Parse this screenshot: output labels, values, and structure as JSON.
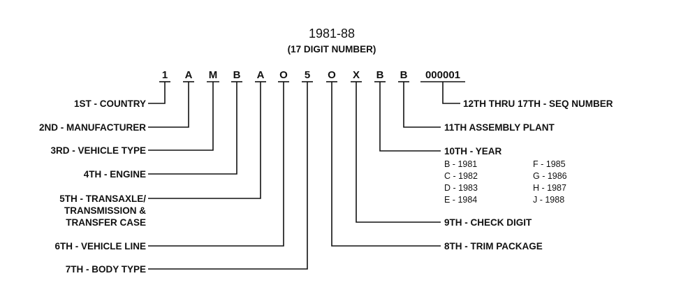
{
  "title": "1981-88",
  "subtitle": "(17 DIGIT NUMBER)",
  "vin_chars": [
    "1",
    "A",
    "M",
    "B",
    "A",
    "O",
    "5",
    "O",
    "X",
    "B",
    "B",
    "000001"
  ],
  "labels": {
    "country": "1ST - COUNTRY",
    "manufacturer": "2ND - MANUFACTURER",
    "vehicle_type": "3RD - VEHICLE TYPE",
    "engine": "4TH - ENGINE",
    "transaxle_1": "5TH - TRANSAXLE/",
    "transaxle_2": "TRANSMISSION &",
    "transaxle_3": "TRANSFER CASE",
    "vehicle_line": "6TH - VEHICLE LINE",
    "body_type": "7TH - BODY TYPE",
    "trim_package": "8TH - TRIM PACKAGE",
    "check_digit": "9TH - CHECK DIGIT",
    "year": "10TH - YEAR",
    "assembly_plant": "11TH ASSEMBLY PLANT",
    "seq_number": "12TH THRU 17TH - SEQ NUMBER"
  },
  "year_codes": [
    "B - 1981",
    "C - 1982",
    "D - 1983",
    "E - 1984",
    "F - 1985",
    "G - 1986",
    "H - 1987",
    "J - 1988"
  ]
}
